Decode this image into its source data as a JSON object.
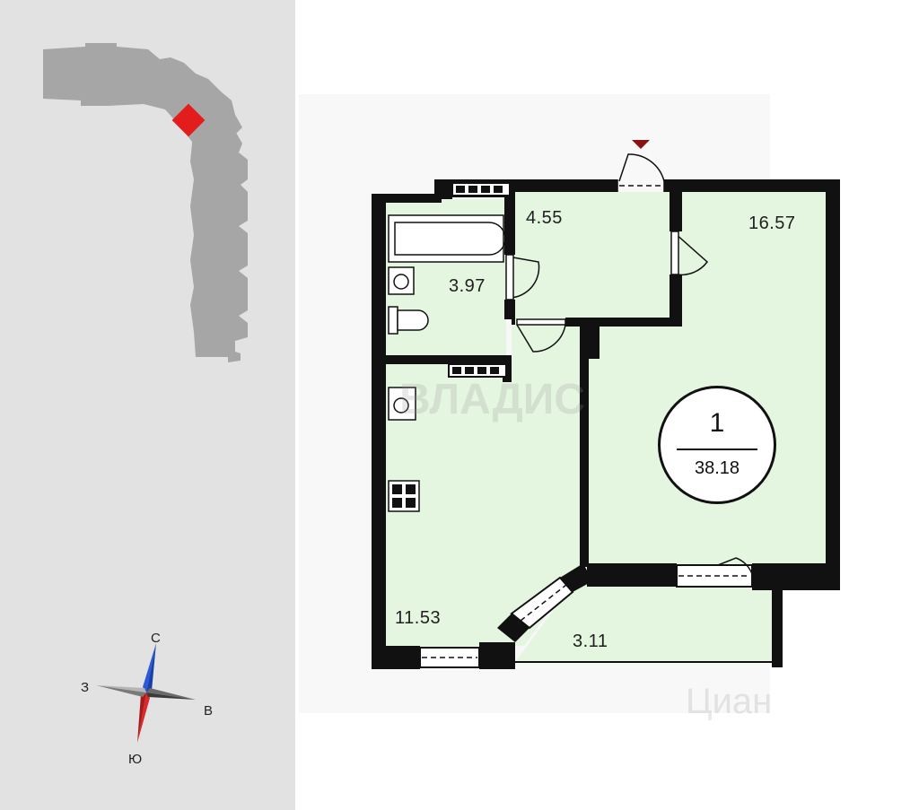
{
  "compass": {
    "north": "С",
    "east": "В",
    "south": "Ю",
    "west": "З"
  },
  "apartment": {
    "rooms": "1",
    "total_area": "38.18"
  },
  "rooms": [
    {
      "id": "bathroom",
      "area": "3.97"
    },
    {
      "id": "hallway",
      "area": "4.55"
    },
    {
      "id": "living-room",
      "area": "16.57"
    },
    {
      "id": "kitchen",
      "area": "11.53"
    },
    {
      "id": "balcony",
      "area": "3.11"
    }
  ],
  "watermarks": {
    "developer": "ВЛАДИС",
    "listing": "Циан"
  },
  "colors": {
    "room_fill": "#e4f5e0",
    "wall": "#111111",
    "building": "#a6a6a6",
    "unit_marker": "#e31c1c",
    "compass_north": "#2a5ad8",
    "compass_south": "#d82a2a",
    "entrance_marker": "#8a1111"
  },
  "icons": [
    "entrance-marker-icon",
    "bathtub-icon",
    "sink-icon",
    "toilet-icon",
    "stove-icon",
    "compass-icon"
  ]
}
